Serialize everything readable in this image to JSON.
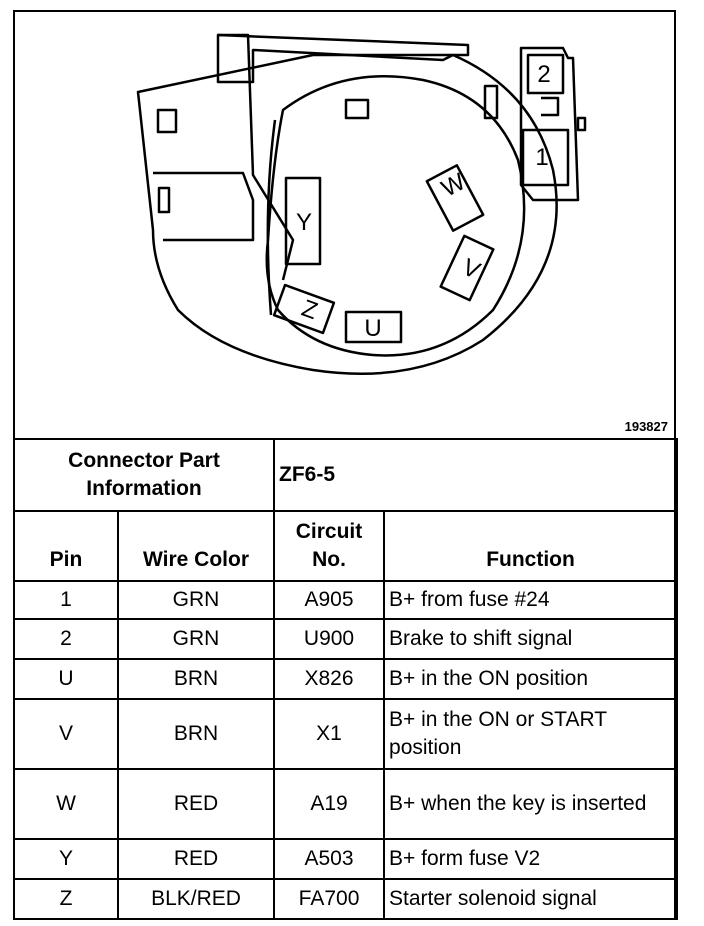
{
  "figure_number": "193827",
  "diagram_labels": {
    "terminal_1": "1",
    "terminal_2": "2",
    "cavity_y": "Y",
    "cavity_w": "W",
    "cavity_v": "V",
    "cavity_z": "Z",
    "cavity_u": "U"
  },
  "connector": {
    "part_info_label": "Connector Part Information",
    "part_number": "ZF6-5"
  },
  "columns": {
    "pin": "Pin",
    "wire_color": "Wire Color",
    "circuit_no": "Circuit No.",
    "function": "Function"
  },
  "rows": [
    {
      "pin": "1",
      "wire_color": "GRN",
      "circuit": "A905",
      "function": "B+ from fuse #24"
    },
    {
      "pin": "2",
      "wire_color": "GRN",
      "circuit": "U900",
      "function": "Brake to shift signal"
    },
    {
      "pin": "U",
      "wire_color": "BRN",
      "circuit": "X826",
      "function": "B+ in the ON position"
    },
    {
      "pin": "V",
      "wire_color": "BRN",
      "circuit": "X1",
      "function": "B+ in the ON or START position"
    },
    {
      "pin": "W",
      "wire_color": "RED",
      "circuit": "A19",
      "function": "B+ when the key is inserted"
    },
    {
      "pin": "Y",
      "wire_color": "RED",
      "circuit": "A503",
      "function": "B+ form fuse V2"
    },
    {
      "pin": "Z",
      "wire_color": "BLK/RED",
      "circuit": "FA700",
      "function": "Starter solenoid signal"
    }
  ]
}
